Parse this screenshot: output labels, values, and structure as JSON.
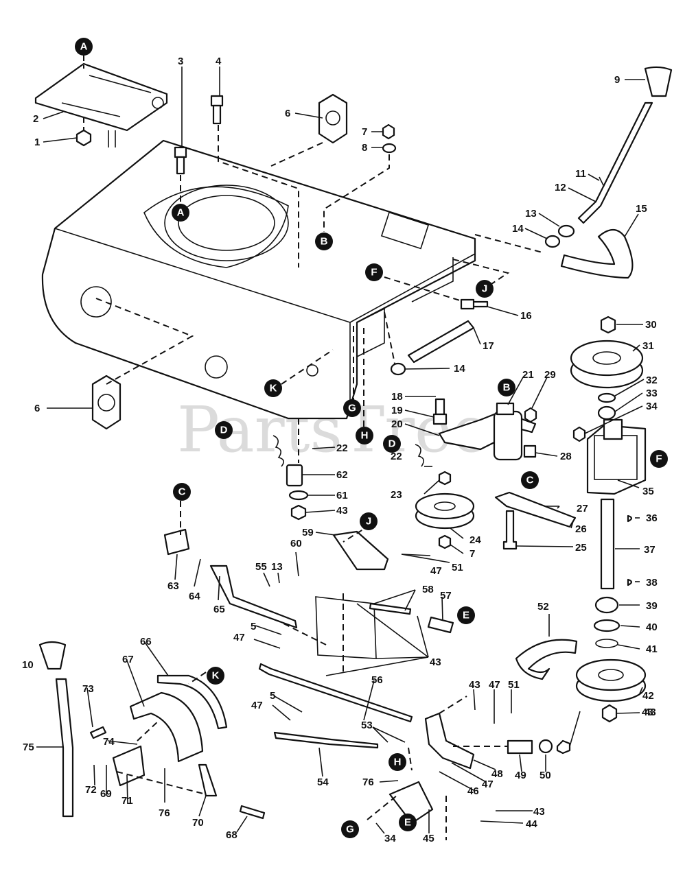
{
  "watermark": "PartsTree",
  "ref_letters": {
    "a": "A",
    "b": "B",
    "c": "C",
    "d": "D",
    "e": "E",
    "f": "F",
    "g": "G",
    "h": "H",
    "j": "J",
    "k": "K"
  },
  "part_numbers": [
    "1",
    "2",
    "3",
    "4",
    "5",
    "6",
    "7",
    "8",
    "9",
    "10",
    "11",
    "12",
    "13",
    "14",
    "15",
    "16",
    "17",
    "18",
    "19",
    "20",
    "21",
    "22",
    "23",
    "24",
    "25",
    "26",
    "27",
    "28",
    "29",
    "30",
    "31",
    "32",
    "33",
    "34",
    "35",
    "36",
    "37",
    "38",
    "39",
    "40",
    "41",
    "42",
    "43",
    "44",
    "45",
    "46",
    "47",
    "48",
    "49",
    "50",
    "51",
    "52",
    "53",
    "54",
    "55",
    "56",
    "57",
    "58",
    "59",
    "60",
    "61",
    "62",
    "63",
    "64",
    "65",
    "66",
    "67",
    "68",
    "69",
    "70",
    "71",
    "72",
    "73",
    "74",
    "75",
    "76"
  ]
}
